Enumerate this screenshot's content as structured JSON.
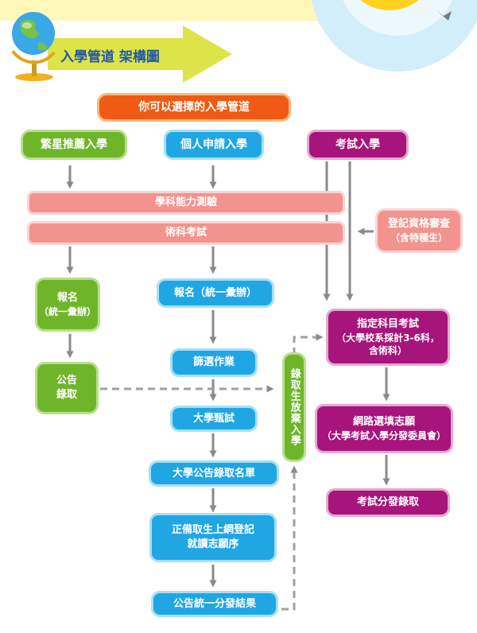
{
  "header": {
    "title": "入學管道 架構圖"
  },
  "top_node": "你可以選擇的入學管道",
  "channels": {
    "star": "繁星推薦入學",
    "personal": "個人申請入學",
    "exam": "考試入學"
  },
  "shared": {
    "gsat": "學科能力測驗",
    "arts": "術科考試",
    "register_line1": "登記資格審查",
    "register_line2": "（含特種生）"
  },
  "star_flow": {
    "signup_line1": "報名",
    "signup_line2": "（統一彙辦）",
    "announce_line1": "公告",
    "announce_line2": "錄取"
  },
  "personal_flow": {
    "signup": "報名（統一彙辦）",
    "screen": "篩選作業",
    "interview": "大學甄試",
    "list": "大學公告錄取名單",
    "confirm_line1": "正備取生上網登記",
    "confirm_line2": "就讀志願序",
    "result": "公告統一分發結果"
  },
  "waiver": "錄取生放棄入學",
  "exam_flow": {
    "subject_line1": "指定科目考試",
    "subject_line2": "（大學校系採計3-6科，",
    "subject_line3": "含術科）",
    "online_line1": "網路選填志願",
    "online_line2": "（大學考試入學分發委員會）",
    "placement": "考試分發錄取"
  },
  "colors": {
    "green": "#6fb52a",
    "blue": "#20a6e3",
    "purple": "#a6147c",
    "orange": "#f05a14",
    "pink": "#f2938f",
    "arrow": "#8a8a8a",
    "banner": "#dde44a"
  }
}
